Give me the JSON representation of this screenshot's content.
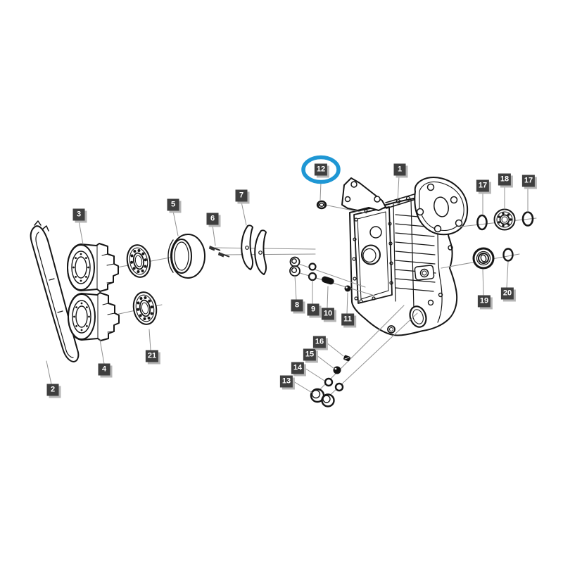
{
  "colors": {
    "highlight": "#1f97d4",
    "callout_bg": "#3f3f3f",
    "callout_text": "#ffffff",
    "callout_shadow": "#b5b5b5",
    "line_art": "#161616",
    "leader": "#909090",
    "background": "#ffffff"
  },
  "highlighted_callout": "12",
  "callouts": [
    {
      "text": "1"
    },
    {
      "text": "2"
    },
    {
      "text": "3"
    },
    {
      "text": "4"
    },
    {
      "text": "5"
    },
    {
      "text": "6"
    },
    {
      "text": "7"
    },
    {
      "text": "8"
    },
    {
      "text": "9"
    },
    {
      "text": "10"
    },
    {
      "text": "11"
    },
    {
      "text": "12",
      "highlighted": true
    },
    {
      "text": "13"
    },
    {
      "text": "14"
    },
    {
      "text": "15"
    },
    {
      "text": "16"
    },
    {
      "text": "17"
    },
    {
      "text": "18"
    },
    {
      "text": "17"
    },
    {
      "text": "19"
    },
    {
      "text": "20"
    },
    {
      "text": "21"
    }
  ]
}
